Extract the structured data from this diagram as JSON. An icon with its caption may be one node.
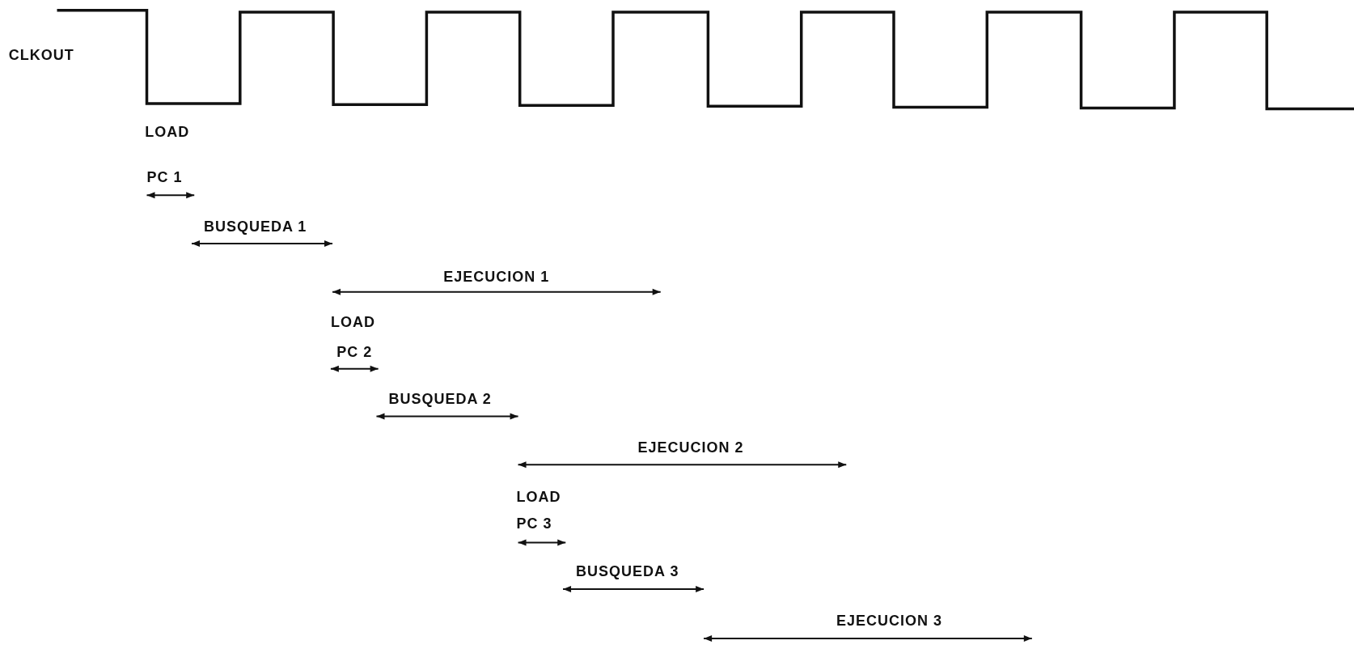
{
  "diagram": {
    "labels": [
      "CLKOUT",
      "LOAD",
      "PC 1",
      "BUSQUEDA 1",
      "EJECUCION 1",
      "LOAD",
      "PC 2",
      "BUSQUEDA 2",
      "EJECUCION 2",
      "LOAD",
      "PC 3",
      "BUSQUEDA 3",
      "EJECUCION 3"
    ]
  }
}
